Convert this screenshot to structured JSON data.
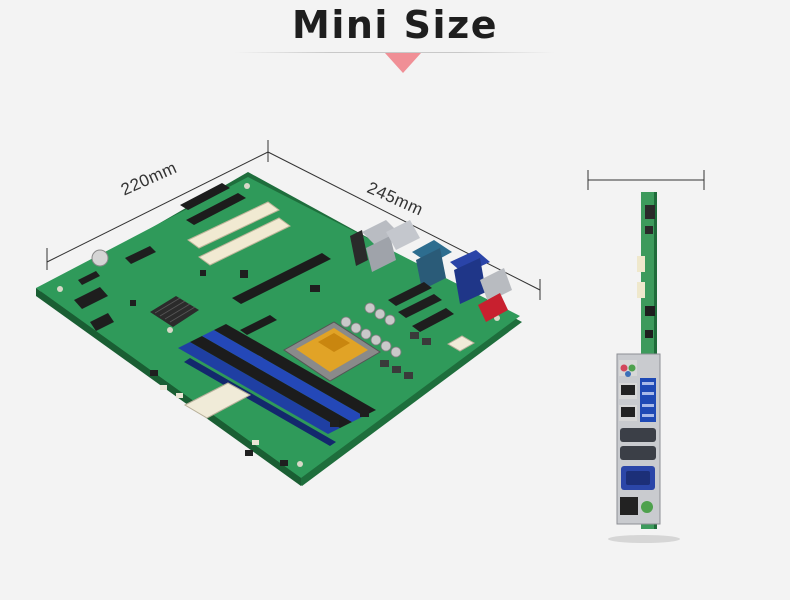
{
  "header": {
    "title": "Mini Size"
  },
  "dimensions": {
    "width_label": "220mm",
    "length_label": "245mm"
  },
  "colors": {
    "accent": "#f08f96",
    "pcb": "#2f9a5a",
    "pcb_dark": "#1e7a43",
    "dimm_blue": "#1f3fa3",
    "dimm_black": "#1c1c1c",
    "slot_ivory": "#f1ead2",
    "cpu_socket": "#e1a326"
  },
  "images": {
    "main": "motherboard-isometric",
    "side": "motherboard-rear-io-side-view"
  }
}
